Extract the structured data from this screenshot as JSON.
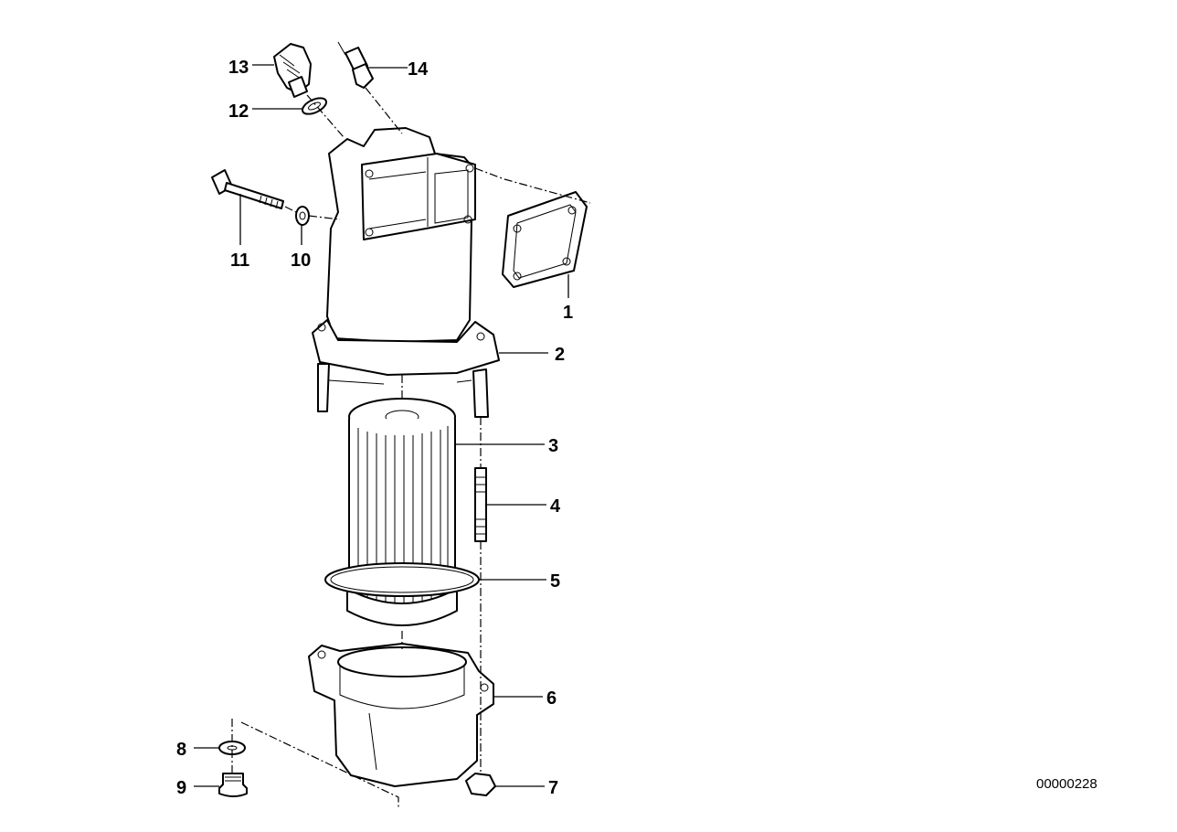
{
  "callouts": [
    {
      "id": "1",
      "label": "1"
    },
    {
      "id": "2",
      "label": "2"
    },
    {
      "id": "3",
      "label": "3"
    },
    {
      "id": "4",
      "label": "4"
    },
    {
      "id": "5",
      "label": "5"
    },
    {
      "id": "6",
      "label": "6"
    },
    {
      "id": "7",
      "label": "7"
    },
    {
      "id": "8",
      "label": "8"
    },
    {
      "id": "9",
      "label": "9"
    },
    {
      "id": "10",
      "label": "10"
    },
    {
      "id": "11",
      "label": "11"
    },
    {
      "id": "12",
      "label": "12"
    },
    {
      "id": "13",
      "label": "13"
    },
    {
      "id": "14",
      "label": "14"
    }
  ],
  "reference_number": "00000228",
  "colors": {
    "ink": "#000000",
    "background": "#ffffff"
  }
}
